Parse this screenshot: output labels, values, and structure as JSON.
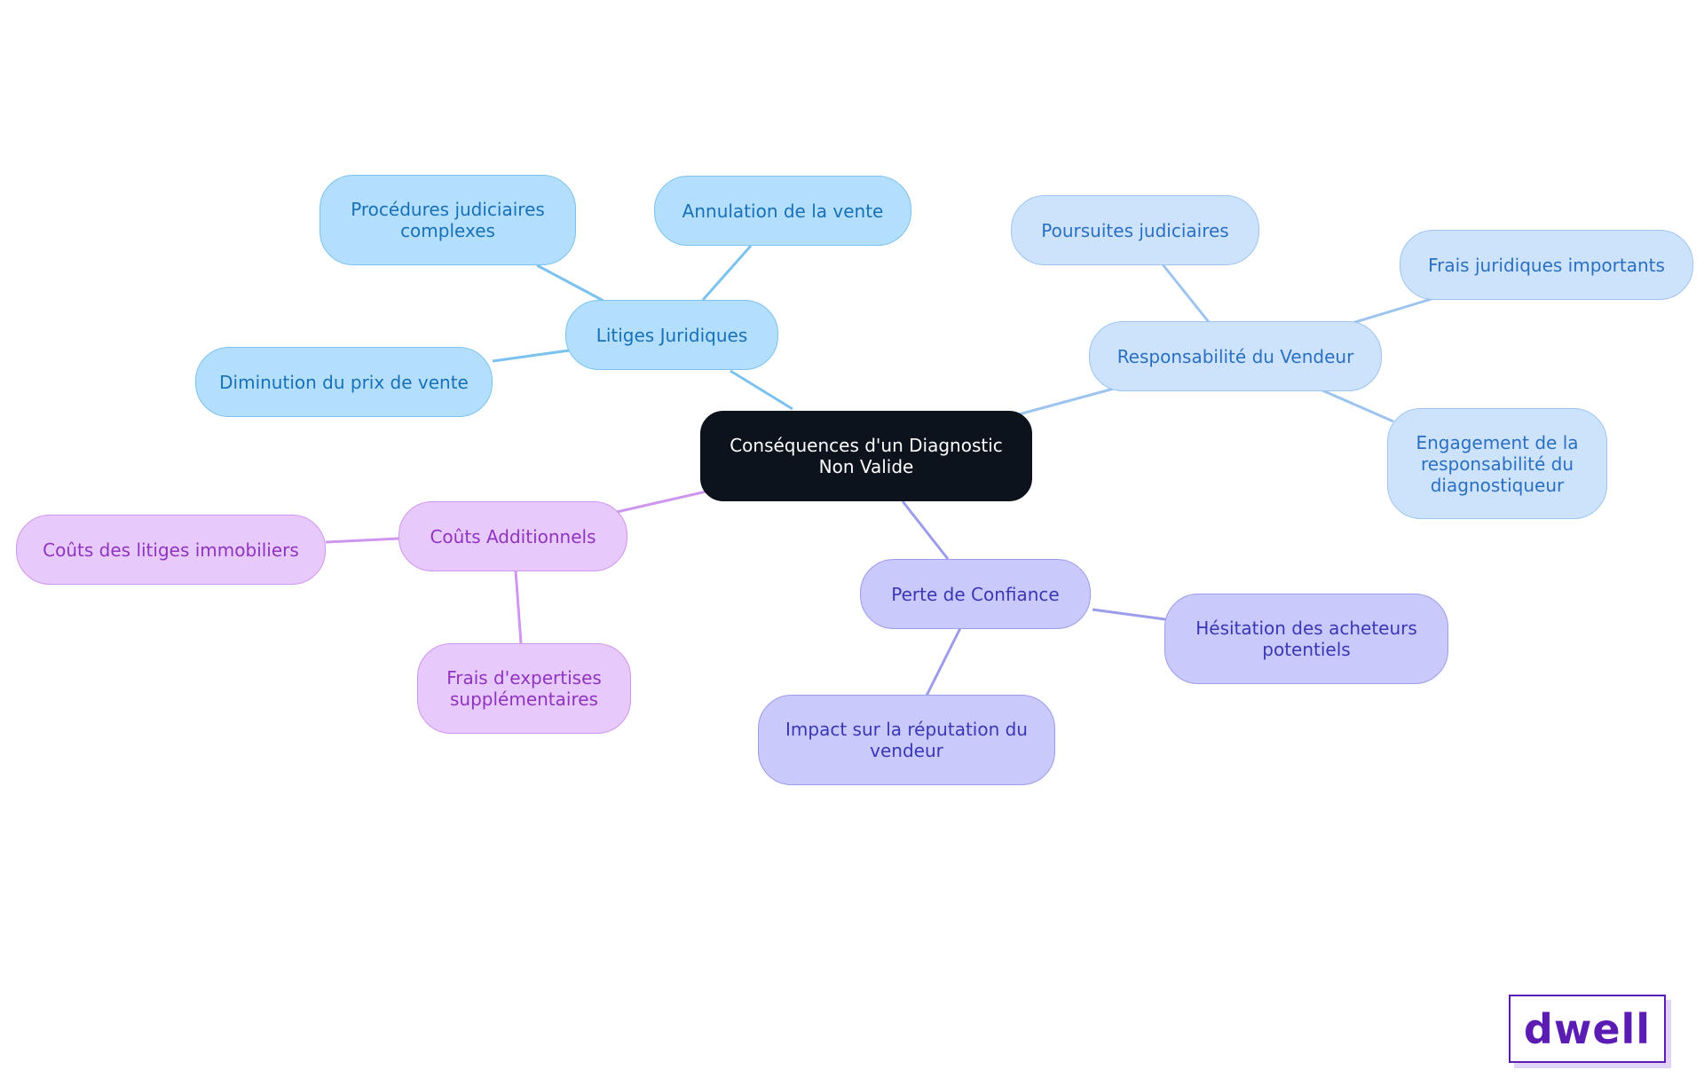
{
  "mindmap": {
    "root": "Conséquences d'un Diagnostic Non Valide",
    "branches": [
      {
        "label": "Litiges Juridiques",
        "color": "#7cc2ee",
        "children": [
          "Procédures judiciaires complexes",
          "Annulation de la vente",
          "Diminution du prix de vente"
        ]
      },
      {
        "label": "Responsabilité du Vendeur",
        "color": "#9dc4ef",
        "children": [
          "Poursuites judiciaires",
          "Frais juridiques importants",
          "Engagement de la responsabilité du diagnostiqueur"
        ]
      },
      {
        "label": "Perte de Confiance",
        "color": "#9c9cec",
        "children": [
          "Hésitation des acheteurs potentiels",
          "Impact sur la réputation du vendeur"
        ]
      },
      {
        "label": "Coûts Additionnels",
        "color": "#cf96ef",
        "children": [
          "Coûts des litiges immobiliers",
          "Frais d'expertises supplémentaires"
        ]
      }
    ]
  },
  "logo": {
    "text": "dwell",
    "color": "#5b1cb4"
  }
}
